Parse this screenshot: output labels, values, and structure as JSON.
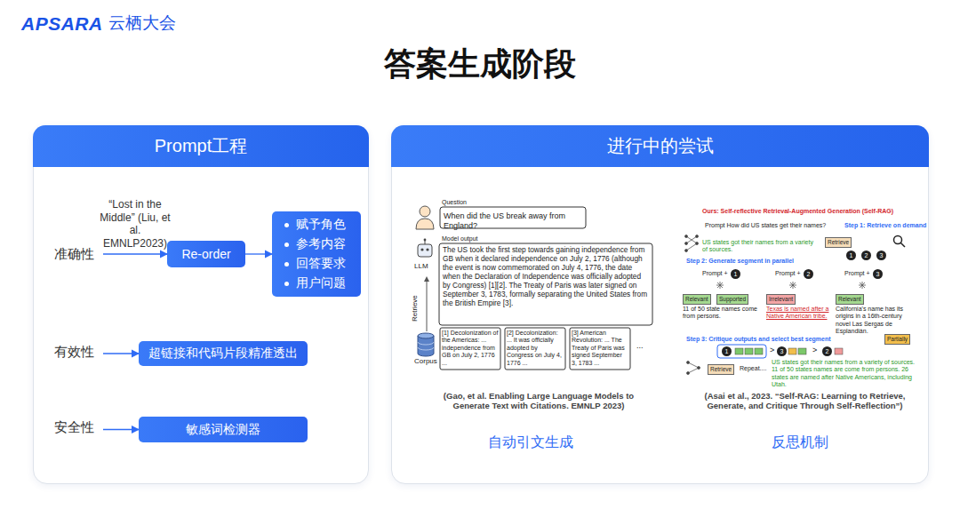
{
  "diagram": {
    "title": "答案生成阶段",
    "nodes": [
      {
        "text": [
          "Prompt工程"
        ]
      },
      {
        "text": [
          "准确性"
        ],
        "in": 0
      },
      {
        "text": [
          "Re-order"
        ],
        "in": 0
      },
      {
        "text": [
          "赋予角色",
          "参考内容",
          "回答要求",
          "用户问题"
        ],
        "in": 0
      },
      {
        "text": [
          "有效性"
        ],
        "in": 0
      },
      {
        "text": [
          "超链接和代码片段精准透出"
        ],
        "in": 0
      },
      {
        "text": [
          "安全性"
        ],
        "in": 0
      },
      {
        "text": [
          "敏感词检测器"
        ],
        "in": 0
      },
      {
        "text": [
          "进行中的尝试"
        ]
      }
    ],
    "edges": [
      {
        "from": 1,
        "to": 2,
        "arrow": "to",
        "label": "“Lost in the Middle” (Liu, et al. EMNLP2023)"
      },
      {
        "from": 2,
        "to": 3,
        "arrow": "to"
      },
      {
        "from": 4,
        "to": 5,
        "arrow": "to"
      },
      {
        "from": 6,
        "to": 7,
        "arrow": "to"
      }
    ],
    "labels": [
      "APSARA",
      "云栖大会",
      "Question",
      "When did the US break away from England?",
      "LLM",
      "Model output",
      "The US took the first step towards gaining independence from GB when it declared independence on July 2, 1776 (although the event is now commemorated on July 4, 1776, the date when the Declaration of Independence was officially adopted by Congress) [1][2]. The Treaty of Paris was later signed on September 3, 1783, formally separating the United States from the British Empire [3].",
      "Retrieve",
      "Corpus",
      "[1] Decolonization of the Americas: ... independence from GB on July 2, 1776 ...",
      "[2] Decolonization: ... It was officially adopted by Congress on July 4, 1776 ...",
      "[3] American Revolution: ... The Treaty of Paris was signed September 3, 1783 ...",
      "...",
      "(Gao, et al. Enabling Large Language Models to Generate Text with Citations. EMNLP 2023)",
      "自动引文生成",
      "Ours: Self-reflective Retrieval-Augmented Generation (Self-RAG)",
      "Prompt How did US states get their names?",
      "Step 1: Retrieve on demand",
      "US states got their names from a variety of sources.",
      "Retrieve",
      "1",
      "2",
      "3",
      "Step 2: Generate segment in parallel",
      "Prompt +",
      "1",
      "Prompt +",
      "2",
      "Prompt +",
      "3",
      "Relevant",
      "11 of 50 state names come from persons.",
      "Supported",
      "Irrelevant",
      "Texas is named after a Native American tribe.",
      "Relevant",
      "California's name has its origins in a 16th-century novel Las Sergas de Esplandián.",
      "Partially",
      "Step 3: Critique outputs and select best segment",
      "1",
      ">",
      "3",
      ">",
      "2",
      "Retrieve",
      "Repeat....",
      "US states got their names from a variety of sources. 11 of 50 states names are come from persons. 26 states are named after Native Americans, including Utah.",
      "(Asai et al., 2023. “Self-RAG: Learning to Retrieve, Generate, and Critique Through Self-Reflection”)",
      "反思机制"
    ]
  }
}
